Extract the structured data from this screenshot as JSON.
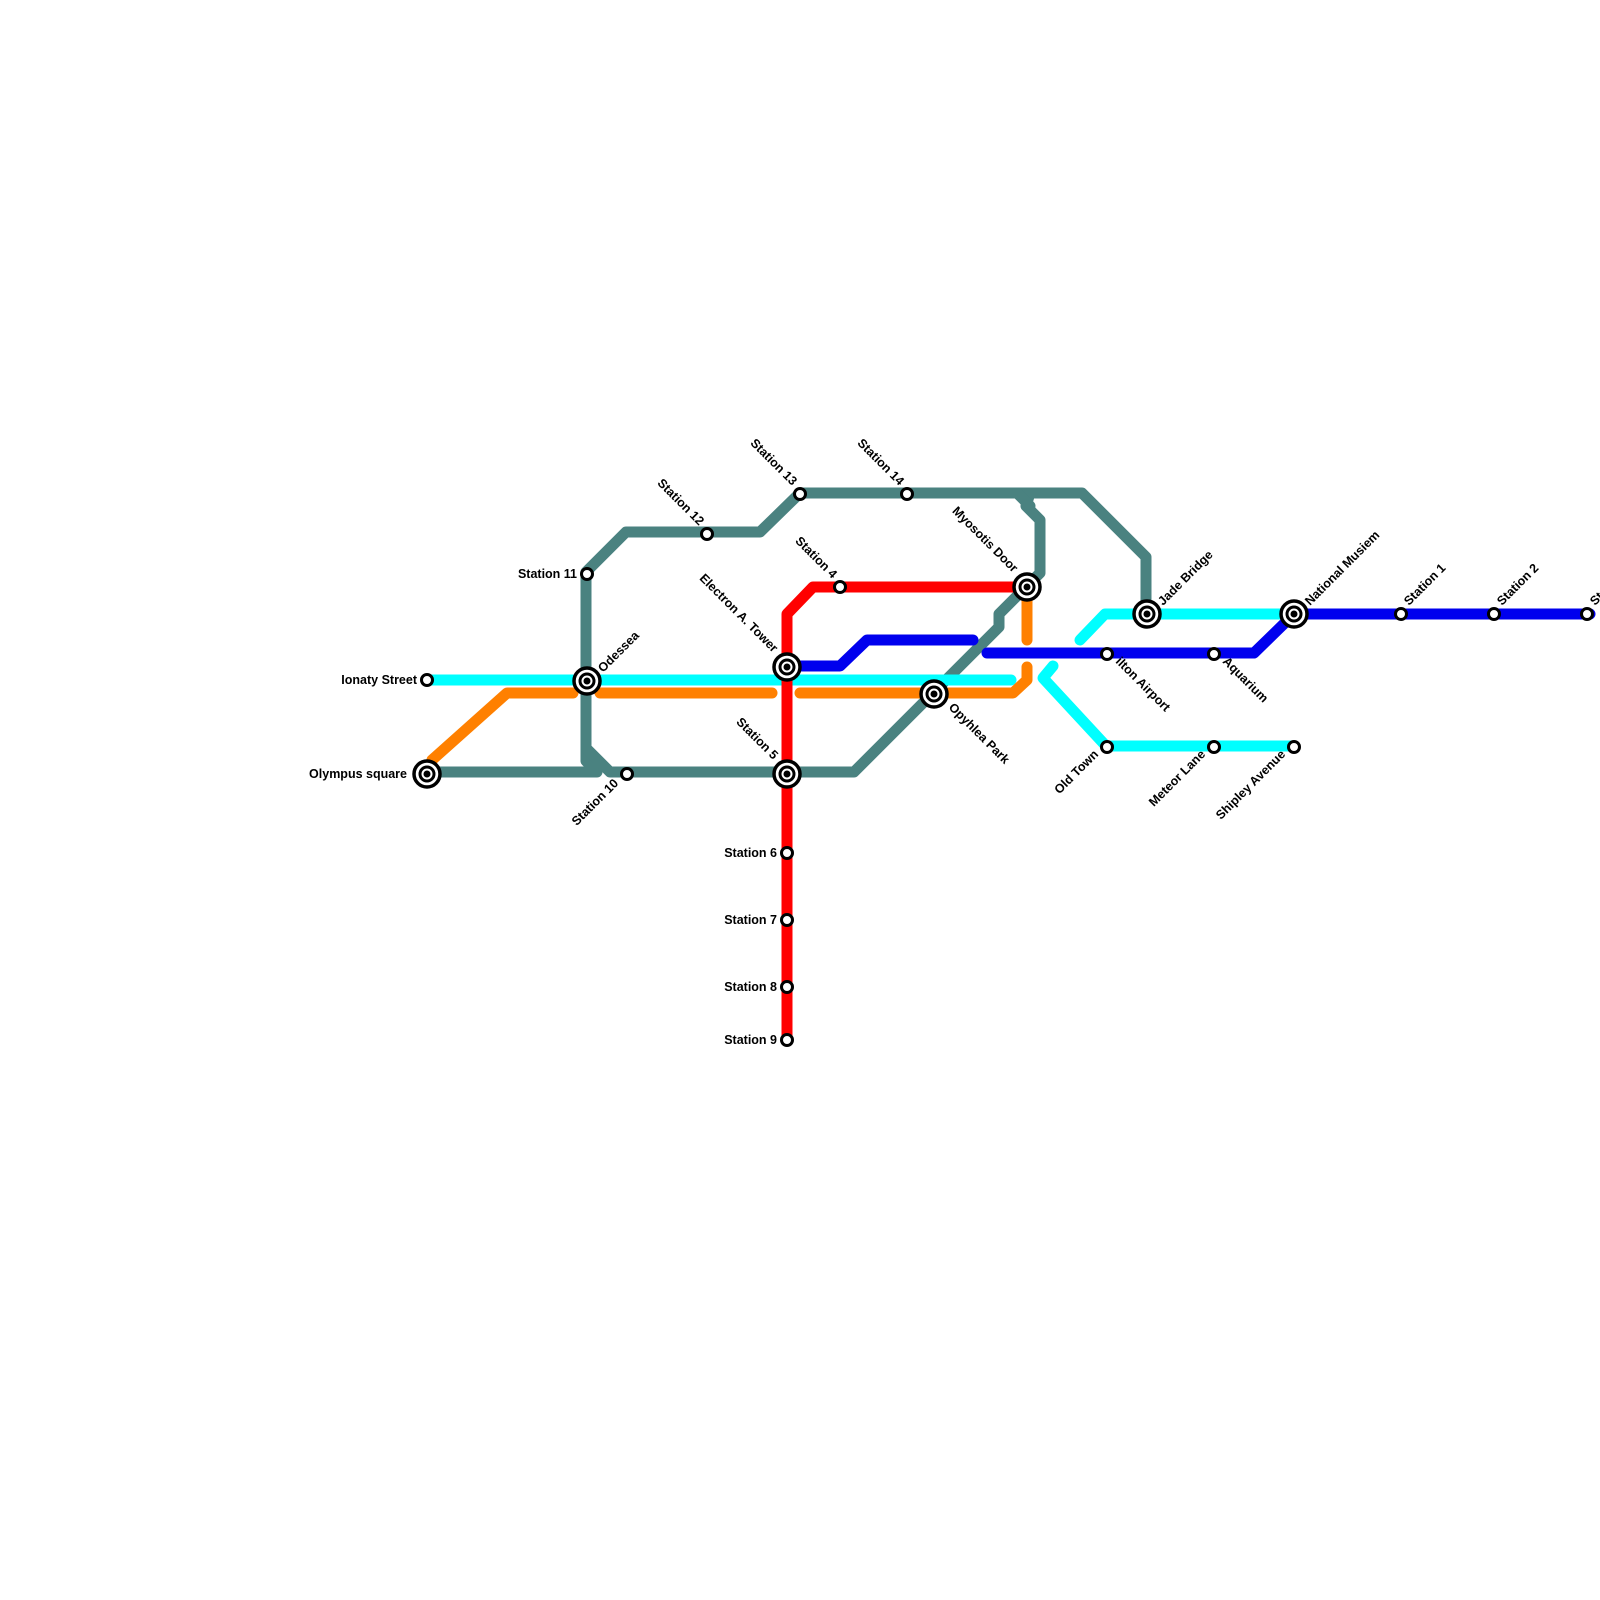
{
  "map": {
    "lines": [
      {
        "id": "teal",
        "color": "#4a8280"
      },
      {
        "id": "cyan",
        "color": "#00ffff"
      },
      {
        "id": "orange",
        "color": "#ff8000"
      },
      {
        "id": "blue",
        "color": "#0000ee"
      },
      {
        "id": "red",
        "color": "#ff0000"
      }
    ],
    "stations": {
      "ionaty_street": {
        "name": "Ionaty Street",
        "interchange": false
      },
      "olympus_square": {
        "name": "Olympus square",
        "interchange": true
      },
      "station_11": {
        "name": "Station 11",
        "interchange": false
      },
      "odessea": {
        "name": "Odessea",
        "interchange": true
      },
      "station_10": {
        "name": "Station 10",
        "interchange": false
      },
      "station_12": {
        "name": "Station 12",
        "interchange": false
      },
      "station_13": {
        "name": "Station 13",
        "interchange": false
      },
      "station_14": {
        "name": "Station 14",
        "interchange": false
      },
      "station_4": {
        "name": "Station 4",
        "interchange": false
      },
      "electron_a_tower": {
        "name": "Electron A. Tower",
        "interchange": true
      },
      "station_5": {
        "name": "Station 5",
        "interchange": true
      },
      "station_6": {
        "name": "Station 6",
        "interchange": false
      },
      "station_7": {
        "name": "Station 7",
        "interchange": false
      },
      "station_8": {
        "name": "Station 8",
        "interchange": false
      },
      "station_9": {
        "name": "Station 9",
        "interchange": false
      },
      "opyhlea_park": {
        "name": "Opyhlea Park",
        "interchange": true
      },
      "myosotis_door": {
        "name": "Myosotis Door",
        "interchange": true
      },
      "jade_bridge": {
        "name": "Jade Bridge",
        "interchange": true
      },
      "ilton_airport": {
        "name": "ilton Airport",
        "interchange": false
      },
      "old_town": {
        "name": "Old Town",
        "interchange": false
      },
      "aquarium": {
        "name": "Aquarium",
        "interchange": false
      },
      "meteor_lane": {
        "name": "Meteor Lane",
        "interchange": false
      },
      "national_musiem": {
        "name": "National Musiem",
        "interchange": true
      },
      "shipley_avenue": {
        "name": "Shipley Avenue",
        "interchange": false
      },
      "station_1": {
        "name": "Station 1",
        "interchange": false
      },
      "station_2": {
        "name": "Station 2",
        "interchange": false
      },
      "station_3_partial": {
        "name": "St",
        "interchange": false
      }
    }
  }
}
